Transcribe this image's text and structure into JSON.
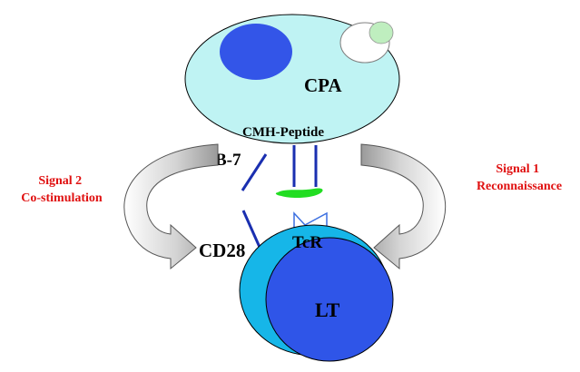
{
  "labels": {
    "cpa": "CPA",
    "cmh_peptide": "CMH-Peptide",
    "b7": "B-7",
    "cd28": "CD28",
    "tcr": "TcR",
    "lt": "LT"
  },
  "signals": {
    "signal2_line1": "Signal 2",
    "signal2_line2": "Co-stimulation",
    "signal1_line1": "Signal 1",
    "signal1_line2": "Reconnaissance"
  },
  "colors": {
    "cpa_cell": "#bff3f3",
    "cpa_nucleus": "#3355e8",
    "vesicle_outer": "#ffffff",
    "vesicle_inner": "#bfeebf",
    "lt_outer": "#16b6e8",
    "lt_inner": "#2f55e8",
    "receptor_line": "#1a2fb0",
    "peptide": "#22dd22",
    "signal_text": "#e01010",
    "arrow_fill": "#d8d8d8"
  }
}
